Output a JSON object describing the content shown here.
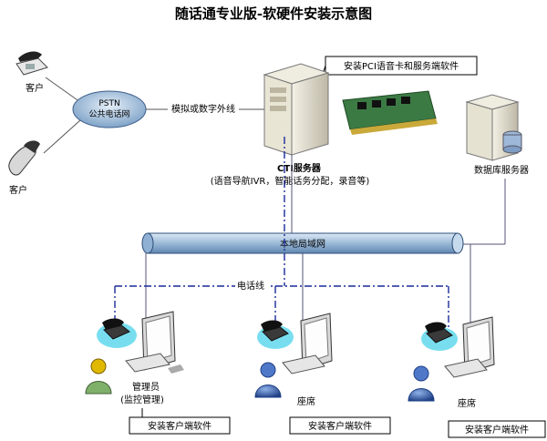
{
  "title": "随话通专业版-软硬件安装示意图",
  "pstn": {
    "line1": "PSTN",
    "line2": "公共电话网"
  },
  "customers": [
    "客户",
    "客户"
  ],
  "trunk_label": "模拟或数字外线",
  "pci_callout": "安装PCI语音卡和服务端软件",
  "cti_server": {
    "label": "CTI服务器",
    "desc": "(语音导航IVR，智能话务分配，录音等)"
  },
  "db_server": {
    "label": "数据库服务器"
  },
  "lan_label": "本地局域网",
  "phone_line_label": "电话线",
  "workstations": [
    {
      "role": "管理员",
      "role2": "(监控管理)",
      "software": "安装客户端软件"
    },
    {
      "role": "座席",
      "role2": "",
      "software": "安装客户端软件"
    },
    {
      "role": "座席",
      "role2": "",
      "software": "安装客户端软件"
    }
  ],
  "colors": {
    "lan_pipe": "#9fbfdc",
    "phone_line": "#1a2a9a",
    "pstn_fill": "#b7cfe4",
    "head": "#2f5aa0"
  }
}
